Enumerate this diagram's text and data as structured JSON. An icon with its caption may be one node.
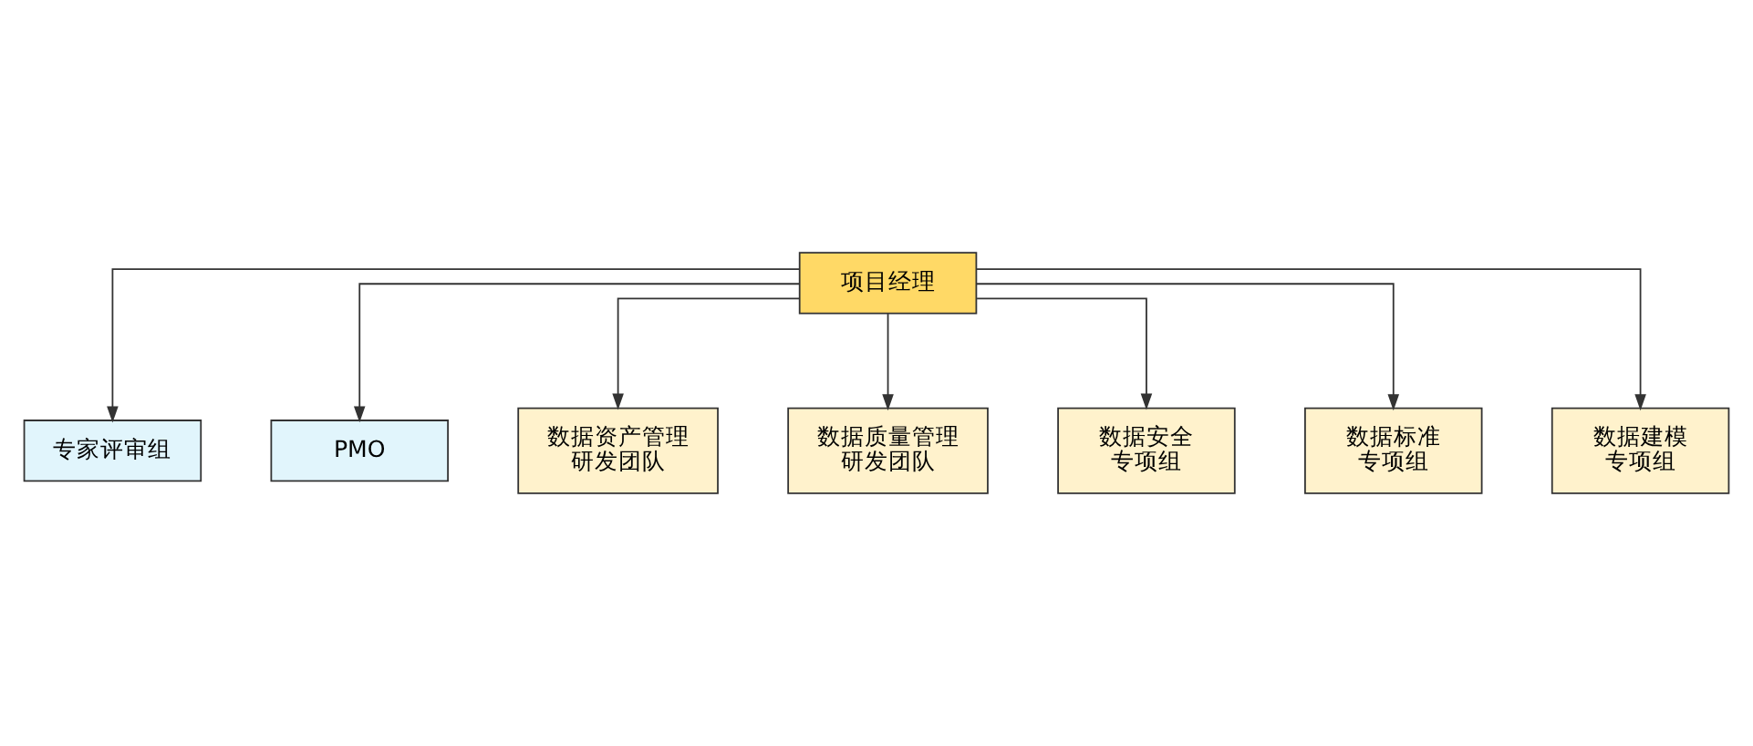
{
  "diagram": {
    "nodes": [
      {
        "text": [
          "项目经理"
        ]
      },
      {
        "text": [
          "专家评审组"
        ]
      },
      {
        "text": [
          "PMO"
        ]
      },
      {
        "text": [
          "数据资产管理研发团队"
        ]
      },
      {
        "text": [
          "数据质量管理研发团队"
        ]
      },
      {
        "text": [
          "数据安全专项组"
        ]
      },
      {
        "text": [
          "数据标准专项组"
        ]
      },
      {
        "text": [
          "数据建模专项组"
        ]
      }
    ],
    "edges": [
      {
        "from": 0,
        "to": 1,
        "arrow": "to"
      },
      {
        "from": 0,
        "to": 2,
        "arrow": "to"
      },
      {
        "from": 0,
        "to": 3,
        "arrow": "to"
      },
      {
        "from": 0,
        "to": 4,
        "arrow": "to"
      },
      {
        "from": 0,
        "to": 5,
        "arrow": "to"
      },
      {
        "from": 0,
        "to": 6,
        "arrow": "to"
      },
      {
        "from": 0,
        "to": 7,
        "arrow": "to"
      }
    ]
  }
}
